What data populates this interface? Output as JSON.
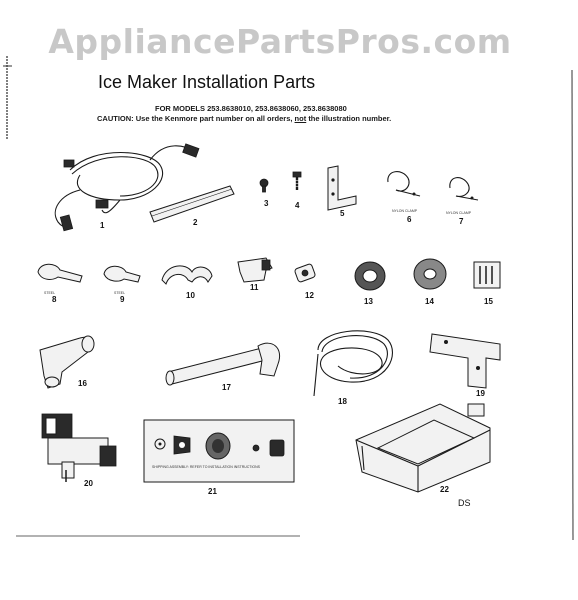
{
  "watermark": "AppliancePartsPros.com",
  "title": "Ice Maker Installation Parts",
  "models_line": "FOR MODELS 253.8638010, 253.8638060, 253.8638080",
  "caution": {
    "prefix": "CAUTION: Use the Kenmore part number on all orders,",
    "emphasis": "not",
    "suffix": "the illustration number."
  },
  "part_numbers": [
    "1",
    "2",
    "3",
    "4",
    "5",
    "6",
    "7",
    "8",
    "9",
    "10",
    "11",
    "12",
    "13",
    "14",
    "15",
    "16",
    "17",
    "18",
    "19",
    "20",
    "21",
    "22"
  ],
  "part_notes": {
    "p6": "NYLON CLAMP",
    "p7": "NYLON CLAMP",
    "p8": "STEEL",
    "p9": "STEEL"
  },
  "part21_caption": "SHIPPING ASSEMBLY: REFER TO INSTALLATION INSTRUCTIONS",
  "ds_mark": "DS"
}
